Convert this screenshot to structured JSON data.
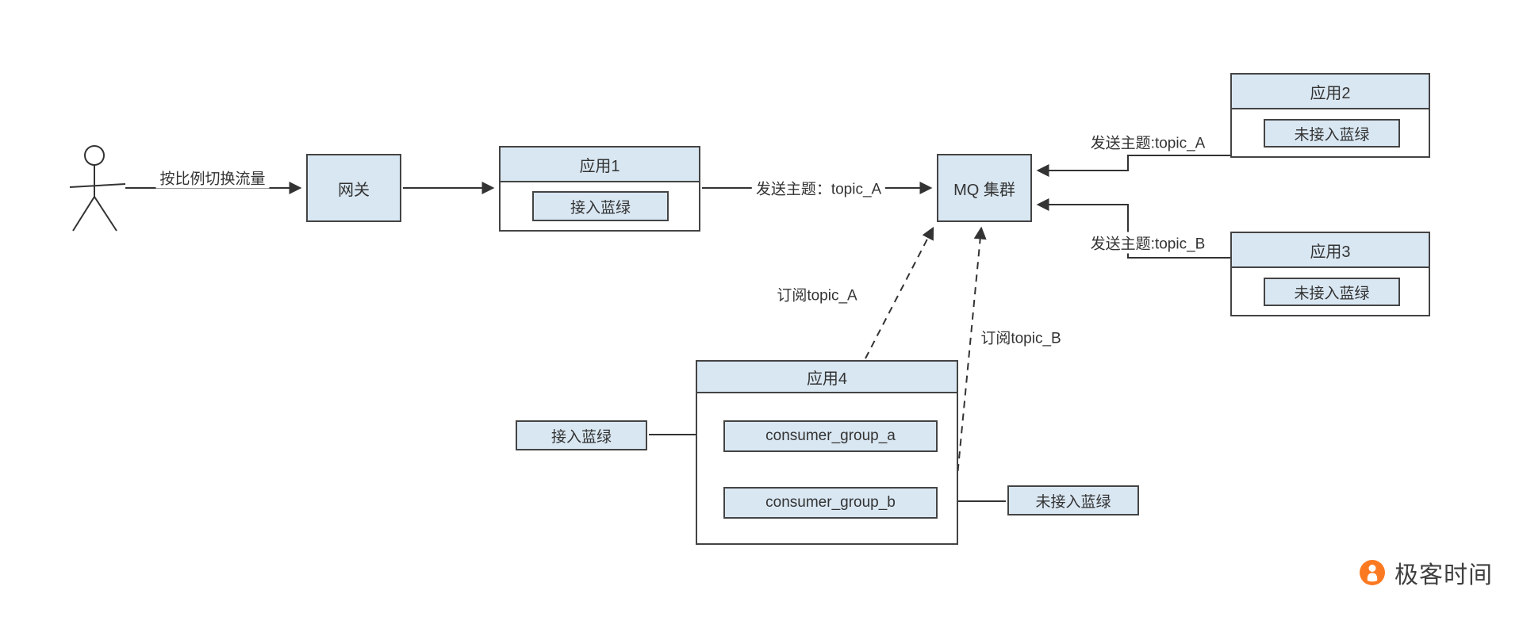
{
  "colors": {
    "box_fill": "#d9e7f2",
    "box_border": "#444444",
    "line": "#333333",
    "text": "#333333",
    "logo_orange": "#fb7a21",
    "background": "#ffffff"
  },
  "nodes": {
    "gateway": {
      "label": "网关"
    },
    "mq": {
      "label": "MQ 集群"
    },
    "app1": {
      "title": "应用1",
      "chip": "接入蓝绿"
    },
    "app2": {
      "title": "应用2",
      "chip": "未接入蓝绿"
    },
    "app3": {
      "title": "应用3",
      "chip": "未接入蓝绿"
    },
    "app4": {
      "title": "应用4",
      "groups": [
        "consumer_group_a",
        "consumer_group_b"
      ]
    },
    "chip_on": {
      "label": "接入蓝绿"
    },
    "chip_off": {
      "label": "未接入蓝绿"
    }
  },
  "edges": {
    "traffic_split": "按比例切换流量",
    "send_topic_a_app1": "发送主题：topic_A",
    "send_topic_a_app2": "发送主题:topic_A",
    "send_topic_b_app3": "发送主题:topic_B",
    "subscribe_topic_a": "订阅topic_A",
    "subscribe_topic_b": "订阅topic_B"
  },
  "logo": {
    "text": "极客时间"
  }
}
